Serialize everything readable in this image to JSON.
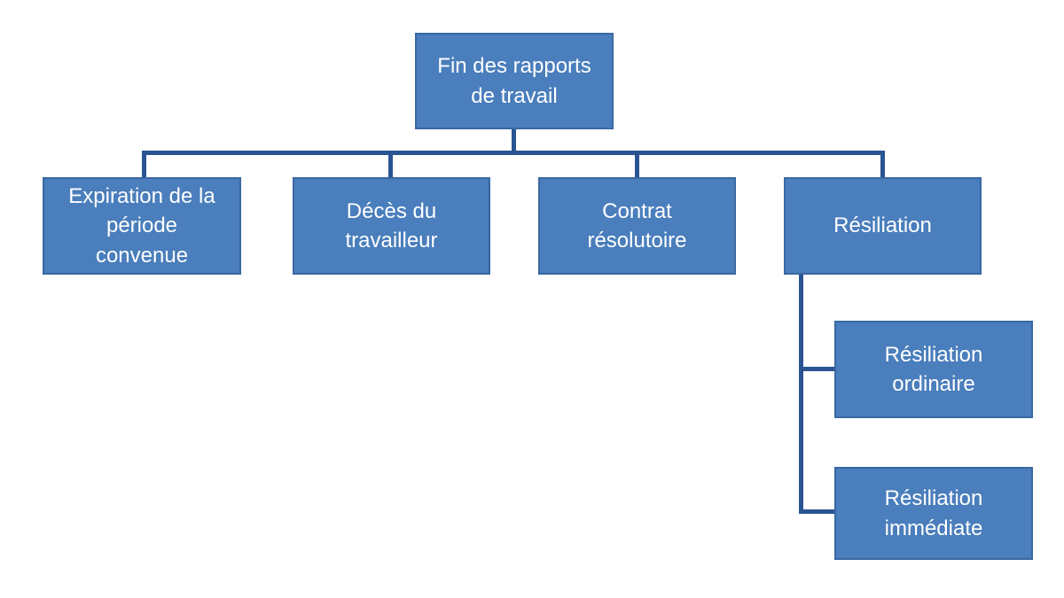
{
  "theme": {
    "node_fill": "#4a7ebc",
    "node_border": "#3a68a2",
    "node_text": "#ffffff",
    "connector": "#2a5492",
    "background": "#ffffff"
  },
  "diagram": {
    "type": "org-tree",
    "nodes": {
      "root": {
        "label": "Fin des rapports\nde travail"
      },
      "children": [
        {
          "label": "Expiration de la\npériode\nconvenue"
        },
        {
          "label": "Décès du\ntravailleur"
        },
        {
          "label": "Contrat\nrésolutoire"
        },
        {
          "label": "Résiliation"
        }
      ],
      "resiliation_children": [
        {
          "label": "Résiliation\nordinaire"
        },
        {
          "label": "Résiliation\nimmédiate"
        }
      ]
    }
  }
}
